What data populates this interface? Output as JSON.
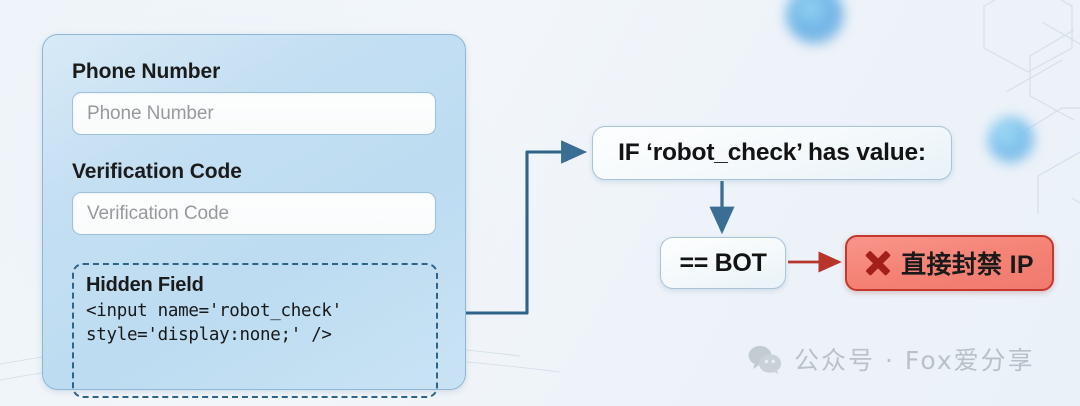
{
  "form": {
    "fields": [
      {
        "label": "Phone Number",
        "placeholder": "Phone Number"
      },
      {
        "label": "Verification Code",
        "placeholder": "Verification Code"
      }
    ],
    "hidden_field": {
      "title": "Hidden Field",
      "code_line_1": "<input name='robot_check'",
      "code_line_2": "style='display:none;' />"
    }
  },
  "flow": {
    "condition_box": "IF ‘robot_check’ has value:",
    "bot_box": "== BOT",
    "ban_box": "直接封禁 IP",
    "ban_icon": "red-x-icon"
  },
  "watermark": {
    "icon": "wechat-icon",
    "text": "公众号 · Fox爱分享"
  },
  "colors": {
    "card_fill": "#bddcf1",
    "card_border": "#8fb6d4",
    "dashed_border": "#2d6489",
    "connector": "#2f6288",
    "ban_fill": "#f58376",
    "ban_border": "#c5382e",
    "ban_x": "#a3201a",
    "background": "#eef4fa"
  }
}
